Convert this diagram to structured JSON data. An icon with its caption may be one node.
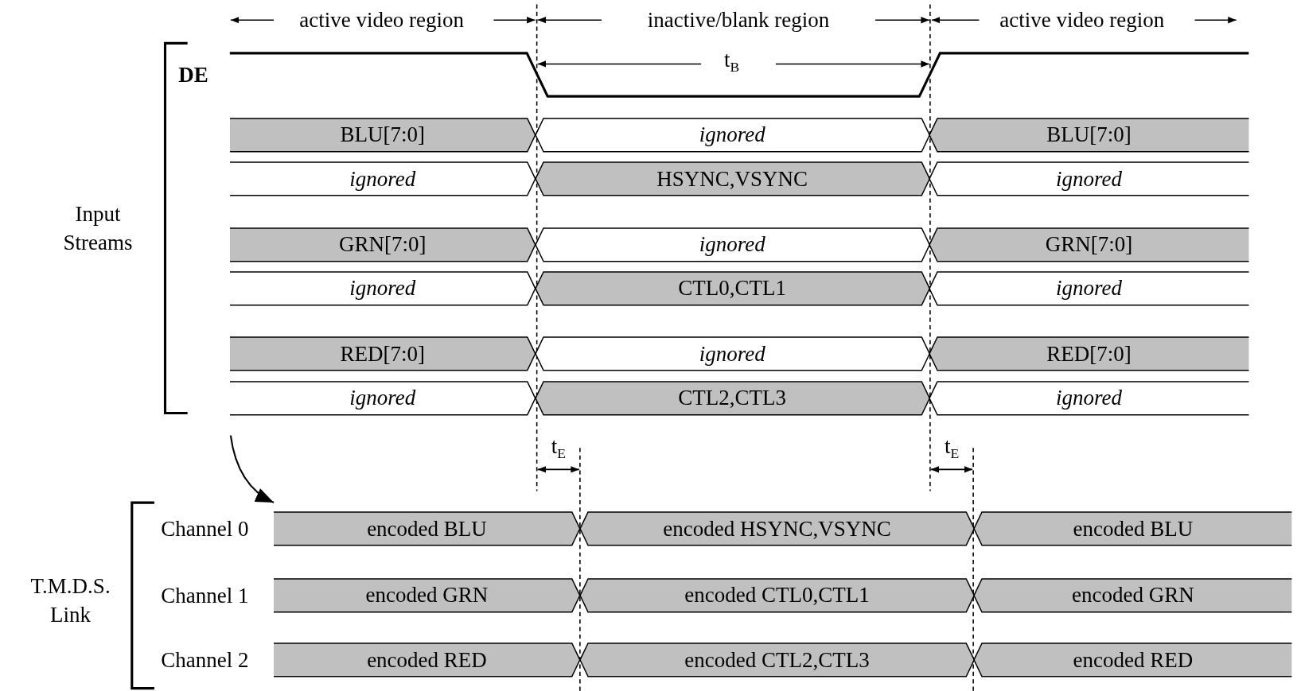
{
  "diagram": {
    "nodes": [
      {
        "text": [
          "BLU[7:0]"
        ]
      },
      {
        "text": [
          "ignored"
        ]
      },
      {
        "text": [
          "BLU[7:0]"
        ]
      },
      {
        "text": [
          "ignored"
        ]
      },
      {
        "text": [
          "HSYNC,VSYNC"
        ]
      },
      {
        "text": [
          "ignored"
        ]
      },
      {
        "text": [
          "GRN[7:0]"
        ]
      },
      {
        "text": [
          "ignored"
        ]
      },
      {
        "text": [
          "GRN[7:0]"
        ]
      },
      {
        "text": [
          "ignored"
        ]
      },
      {
        "text": [
          "CTL0,CTL1"
        ]
      },
      {
        "text": [
          "ignored"
        ]
      },
      {
        "text": [
          "RED[7:0]"
        ]
      },
      {
        "text": [
          "ignored"
        ]
      },
      {
        "text": [
          "RED[7:0]"
        ]
      },
      {
        "text": [
          "ignored"
        ]
      },
      {
        "text": [
          "CTL2,CTL3"
        ]
      },
      {
        "text": [
          "ignored"
        ]
      },
      {
        "text": [
          "encoded BLU"
        ]
      },
      {
        "text": [
          "encoded HSYNC,VSYNC"
        ]
      },
      {
        "text": [
          "encoded BLU"
        ]
      },
      {
        "text": [
          "encoded GRN"
        ]
      },
      {
        "text": [
          "encoded CTL0,CTL1"
        ]
      },
      {
        "text": [
          "encoded GRN"
        ]
      },
      {
        "text": [
          "encoded RED"
        ]
      },
      {
        "text": [
          "encoded CTL2,CTL3"
        ]
      },
      {
        "text": [
          "encoded RED"
        ]
      }
    ],
    "edges": [
      {
        "from": null,
        "to": 18,
        "arrow": "to"
      }
    ],
    "labels": [
      "active video region",
      "inactive/blank region",
      "active video region",
      "DE",
      "t$_{B}$",
      "Input Streams",
      "t$_{E}$",
      "t$_{E}$",
      "T.M.D.S. Link",
      "Channel 0",
      "Channel 1",
      "Channel 2"
    ]
  }
}
